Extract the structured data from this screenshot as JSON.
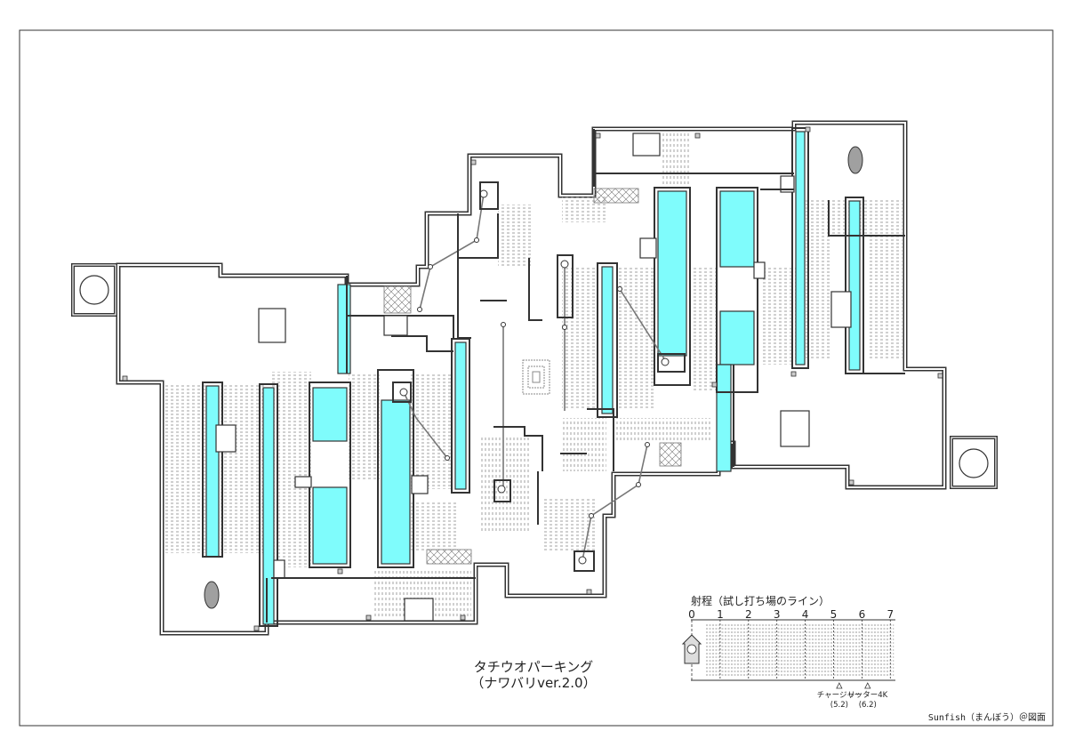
{
  "map": {
    "title": "タチウオパーキング",
    "subtitle": "（ナワバリver.2.0）"
  },
  "range_legend": {
    "heading": "射程（試し打ち場のライン）",
    "ticks": [
      "0",
      "1",
      "2",
      "3",
      "4",
      "5",
      "6",
      "7"
    ],
    "weapons": [
      {
        "name": "チャージャー",
        "range": "(5.2)",
        "value": 5.2
      },
      {
        "name": "リッター4K",
        "range": "(6.2)",
        "value": 6.2
      }
    ]
  },
  "credit": "Sunfish（まんぼう）＠図面",
  "colors": {
    "water": "#7ffcfc",
    "wall": "#333333",
    "block_grey": "#a0a0a0",
    "stripe": "#888888",
    "paper": "#ffffff"
  },
  "icons": [
    "spawn-circle-icon",
    "player-marker-icon",
    "weapon-marker-icon"
  ]
}
